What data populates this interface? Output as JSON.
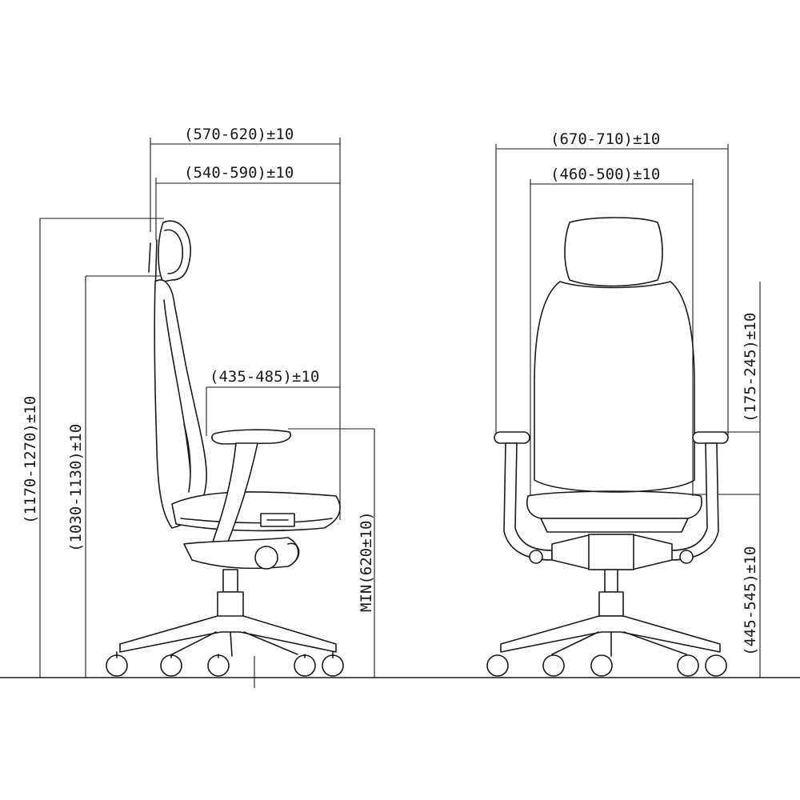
{
  "colors": {
    "line": "#1a1a1a",
    "background": "#ffffff"
  },
  "side_view": {
    "overall_depth": "(570-620)±10",
    "seat_depth_range": "(540-590)±10",
    "armrest_to_back": "(435-485)±10",
    "overall_height": "(1170-1270)±10",
    "backrest_height": "(1030-1130)±10",
    "min_armrest_height": "MIN(620±10)"
  },
  "front_view": {
    "overall_width": "(670-710)±10",
    "inner_width": "(460-500)±10",
    "armrest_height_above_seat": "(175-245)±10",
    "seat_height": "(445-545)±10"
  }
}
